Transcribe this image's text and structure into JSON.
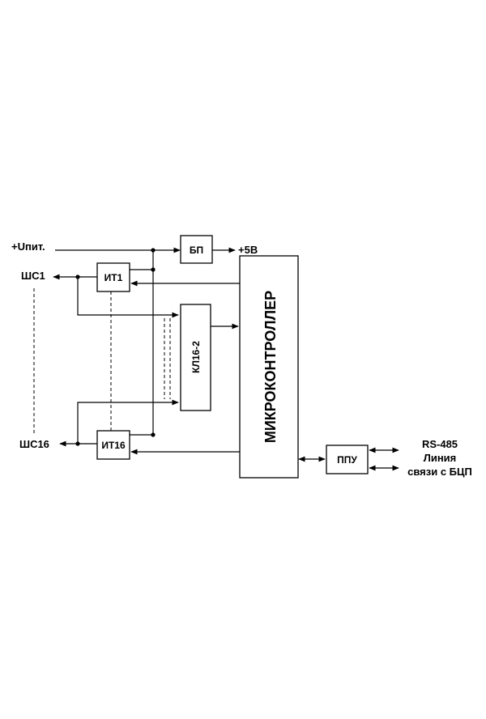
{
  "inputs": {
    "power": "+Uпит.",
    "loop_first": "ШС1",
    "loop_last": "ШС16"
  },
  "blocks": {
    "power_supply": "БП",
    "power_out": "+5В",
    "current_source_1": "ИТ1",
    "current_source_16": "ИТ16",
    "switch": "КЛ16-2",
    "microcontroller": "МИКРОКОНТРОЛЛЕР",
    "transceiver": "ППУ"
  },
  "interface": {
    "standard": "RS-485",
    "line1": "Линия",
    "line2": "связи с БЦП"
  }
}
